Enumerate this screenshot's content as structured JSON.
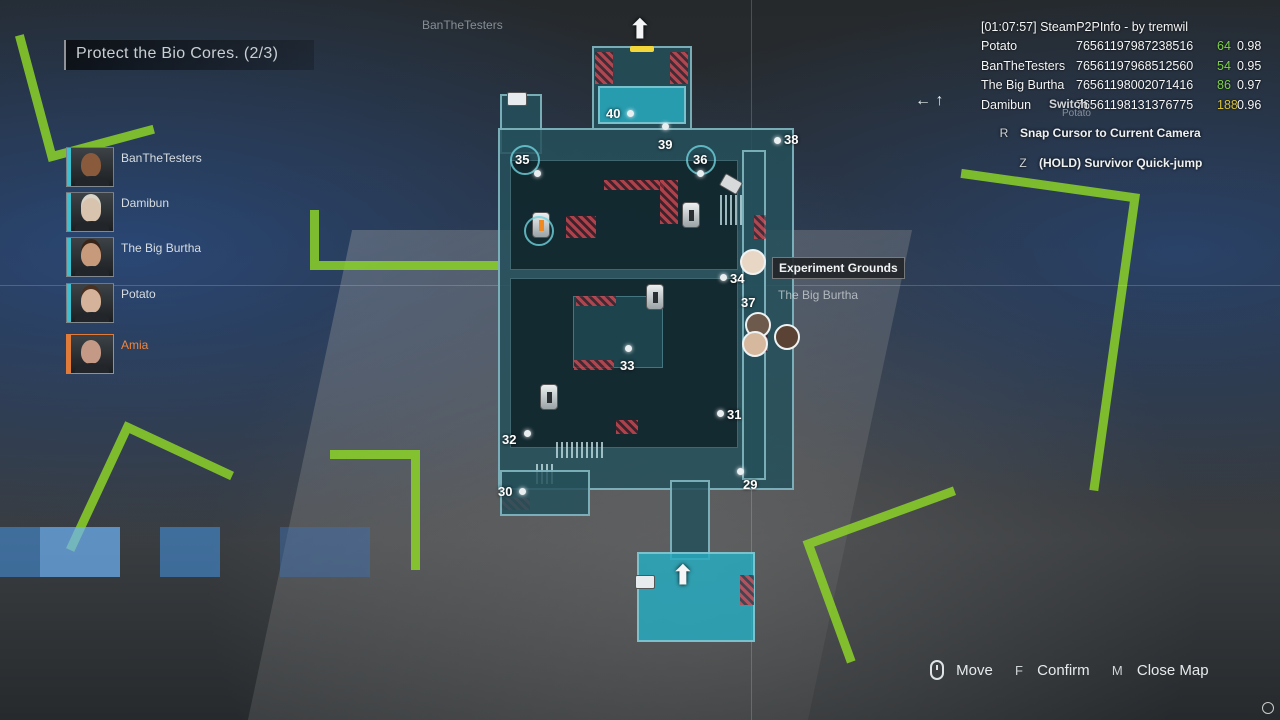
{
  "objective": {
    "text": "Protect the Bio Cores. (2/3)"
  },
  "top_player_tag": "BanTheTesters",
  "players": [
    {
      "name": "BanTheTesters",
      "local": false,
      "skin": "#8a5a3c",
      "hair": "#1a1412"
    },
    {
      "name": "Damibun",
      "local": false,
      "skin": "#d8c3ae",
      "hair": "#d9d4c8"
    },
    {
      "name": "The Big Burtha",
      "local": false,
      "skin": "#c79a7c",
      "hair": "#3a2418"
    },
    {
      "name": "Potato",
      "local": false,
      "skin": "#d5b39a",
      "hair": "#4a3020"
    },
    {
      "name": "Amia",
      "local": true,
      "skin": "#c49a86",
      "hair": "#3a2c24"
    }
  ],
  "map": {
    "location_label": "Experiment Grounds",
    "location_player": "The Big Burtha",
    "cameras": [
      "40",
      "39",
      "38",
      "35",
      "36",
      "34",
      "37",
      "33",
      "32",
      "31",
      "30",
      "29"
    ]
  },
  "debug": {
    "header": "[01:07:57] SteamP2PInfo - by tremwil",
    "rows": [
      {
        "name": "Potato",
        "id": "76561197987238516",
        "ping": "64",
        "loss": "0.98"
      },
      {
        "name": "BanTheTesters",
        "id": "76561197968512560",
        "ping": "54",
        "loss": "0.95"
      },
      {
        "name": "The Big Burtha",
        "id": "76561198002071416",
        "ping": "86",
        "loss": "0.97"
      },
      {
        "name": "Damibun",
        "id": "76561198131376775",
        "ping": "188",
        "loss": "0.96"
      }
    ],
    "overlap_text": "Switch",
    "overlap_sub": "Potato"
  },
  "hints": {
    "arrows": "← ↑",
    "snap_key": "R",
    "snap_label": "Snap Cursor to Current Camera",
    "jump_key": "Z",
    "jump_label": "(HOLD) Survivor Quick-jump",
    "move_label": "Move",
    "confirm_key": "F",
    "confirm_label": "Confirm",
    "close_key": "M",
    "close_label": "Close Map"
  },
  "colors": {
    "accent_local": "#f2853a",
    "accent_survivor": "#3dbfd0",
    "ping_good": "#7fd14a"
  }
}
